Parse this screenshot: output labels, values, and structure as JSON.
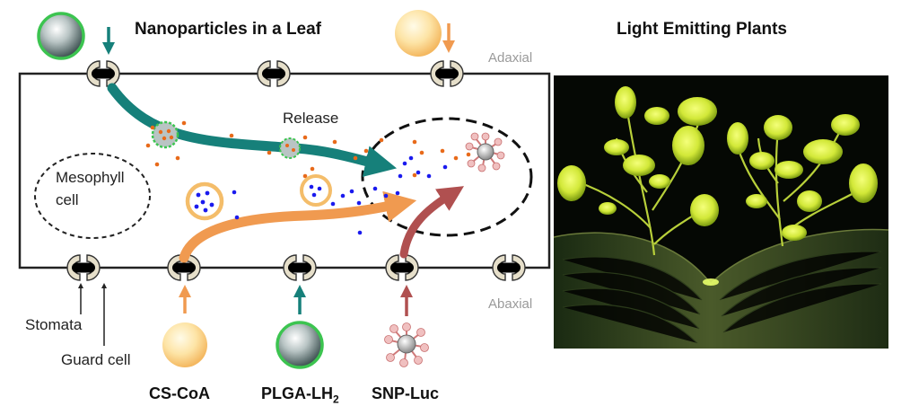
{
  "titles": {
    "left": "Nanoparticles in a Leaf",
    "right": "Light Emitting Plants"
  },
  "surfaces": {
    "top": "Adaxial",
    "bottom": "Abaxial"
  },
  "labels": {
    "release": "Release",
    "mesophyll_line1": "Mesophyll",
    "mesophyll_line2": "cell",
    "stomata": "Stomata",
    "guard_cell": "Guard cell"
  },
  "nanoparticles": [
    {
      "label": "CS-CoA",
      "color": "#ef9a4a"
    },
    {
      "label": "PLGA-LH",
      "subscript": "2",
      "color": "#16807a"
    },
    {
      "label": "SNP-Luc",
      "color": "#a84a4a"
    }
  ],
  "colors": {
    "teal_arrow": "#16807a",
    "orange_arrow": "#f09a50",
    "red_arrow": "#b05050",
    "blue_dots": "#1a1aee",
    "orange_dots": "#e86a1a",
    "glow_green": "#d8ef3a"
  }
}
